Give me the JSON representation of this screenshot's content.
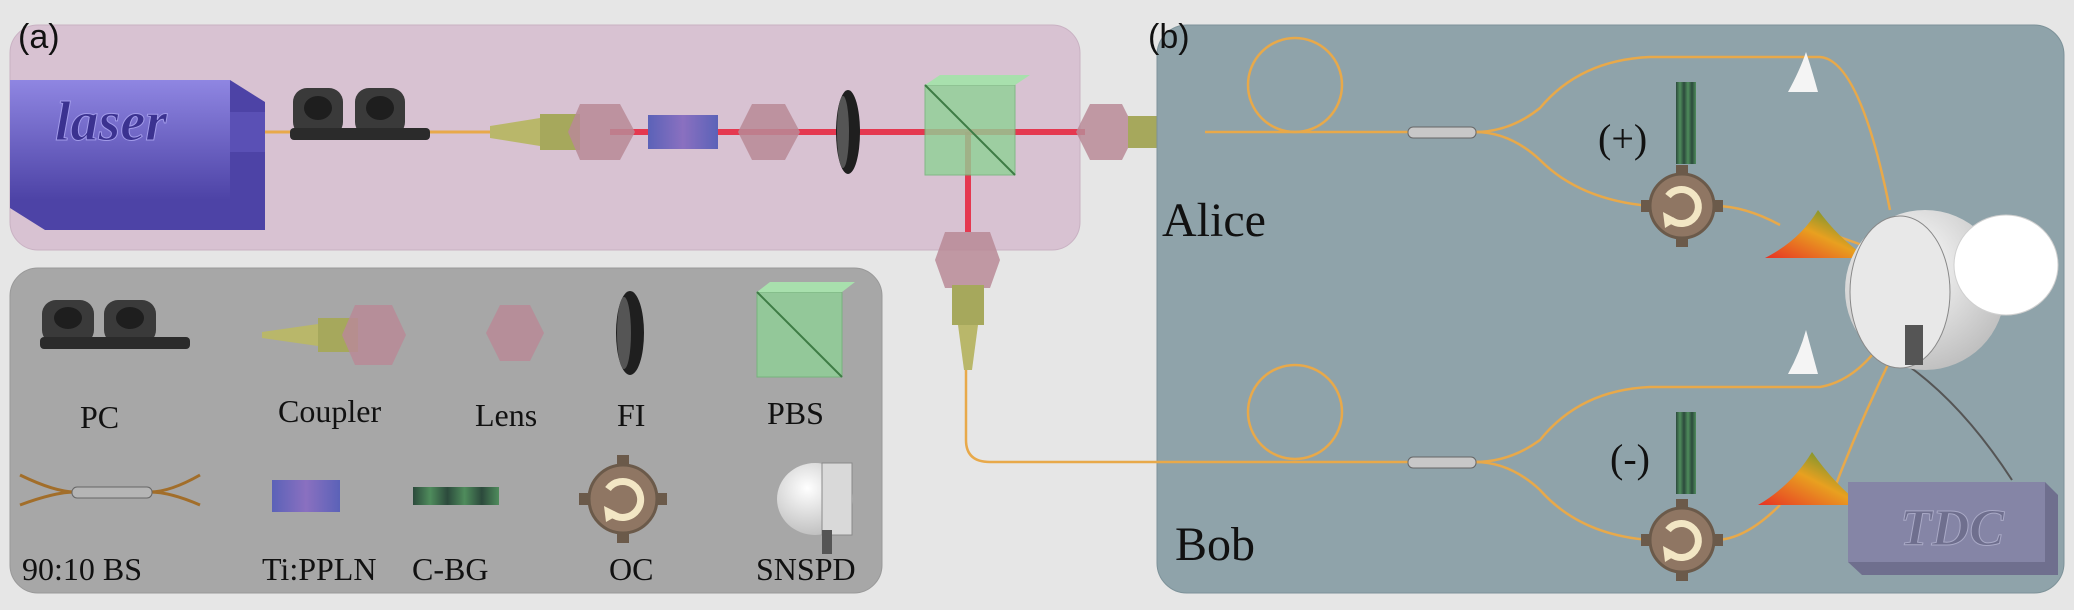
{
  "panels": {
    "a": "(a)",
    "b": "(b)"
  },
  "source": {
    "laser": "laser"
  },
  "legend": {
    "pc": "PC",
    "coupler": "Coupler",
    "lens": "Lens",
    "fi": "FI",
    "pbs": "PBS",
    "bs": "90:10 BS",
    "ppln": "Ti:PPLN",
    "cbg": "C-BG",
    "oc": "OC",
    "snspd": "SNSPD"
  },
  "parties": {
    "alice": "Alice",
    "bob": "Bob"
  },
  "signs": {
    "plus": "(+)",
    "minus": "(-)"
  },
  "tdc": "TDC",
  "colors": {
    "panel_a_bg": "#d8c2d2",
    "legend_bg": "#a7a7a7",
    "panel_b_bg": "#8fa3aa",
    "fiber": "#e8a94a",
    "beam": "#e8203a",
    "laser_body": "#6a5fc6"
  }
}
